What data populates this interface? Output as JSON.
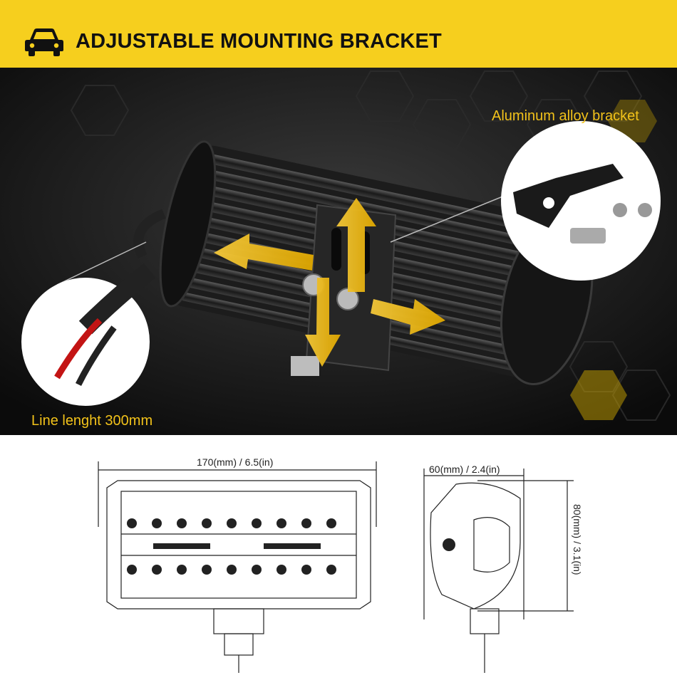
{
  "banner": {
    "title": "ADJUSTABLE MOUNTING BRACKET",
    "icon": "car-icon",
    "background": "#f6cf1e"
  },
  "callouts": {
    "bracket": "Aluminum alloy bracket",
    "cable": "Line lenght 300mm"
  },
  "dimensions": {
    "length": "170(mm) / 6.5(in)",
    "width": "60(mm) / 2.4(in)",
    "height": "80(mm) / 3.1(in)"
  },
  "colors": {
    "accent": "#f2c21a",
    "background": "#0f0f0f"
  }
}
